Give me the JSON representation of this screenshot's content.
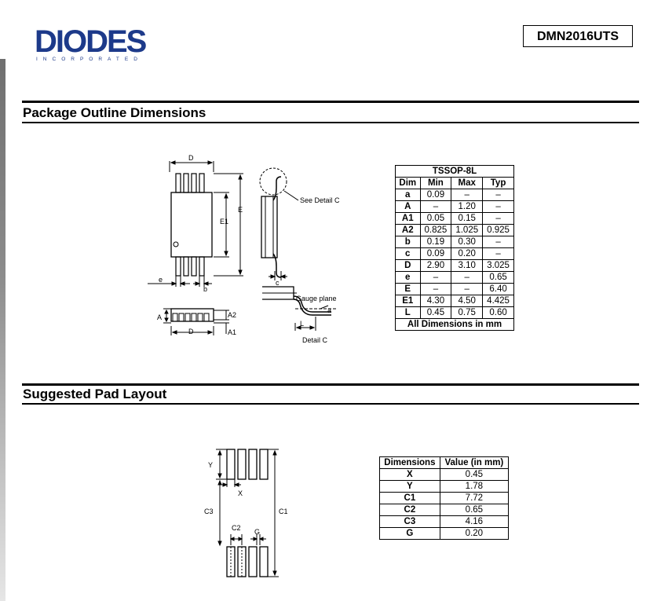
{
  "header": {
    "logo_text": "DIODES",
    "logo_sub": "INCORPORATED",
    "part_number": "DMN2016UTS",
    "brand_color": "#1d3a8a"
  },
  "sections": {
    "outline_title": "Package Outline Dimensions",
    "pad_title": "Suggested Pad Layout"
  },
  "outline_drawing": {
    "labels": {
      "D": "D",
      "E": "E",
      "E1": "E1",
      "e": "e",
      "b": "b",
      "c": "c",
      "see_detail": "See Detail C",
      "A": "A",
      "A2": "A2",
      "A1": "A1",
      "D2": "D",
      "gauge": "Gauge plane",
      "a": "a",
      "L": "L",
      "detail": "Detail C"
    }
  },
  "dimensions_table": {
    "title": "TSSOP-8L",
    "headers": [
      "Dim",
      "Min",
      "Max",
      "Typ"
    ],
    "rows": [
      [
        "a",
        "0.09",
        "–",
        "–"
      ],
      [
        "A",
        "–",
        "1.20",
        "–"
      ],
      [
        "A1",
        "0.05",
        "0.15",
        "–"
      ],
      [
        "A2",
        "0.825",
        "1.025",
        "0.925"
      ],
      [
        "b",
        "0.19",
        "0.30",
        "–"
      ],
      [
        "c",
        "0.09",
        "0.20",
        "–"
      ],
      [
        "D",
        "2.90",
        "3.10",
        "3.025"
      ],
      [
        "e",
        "–",
        "–",
        "0.65"
      ],
      [
        "E",
        "–",
        "–",
        "6.40"
      ],
      [
        "E1",
        "4.30",
        "4.50",
        "4.425"
      ],
      [
        "L",
        "0.45",
        "0.75",
        "0.60"
      ]
    ],
    "footer": "All Dimensions in mm"
  },
  "pad_drawing": {
    "labels": {
      "Y": "Y",
      "X": "X",
      "C3": "C3",
      "C1": "C1",
      "C2": "C2",
      "G": "G"
    }
  },
  "pad_table": {
    "headers": [
      "Dimensions",
      "Value (in mm)"
    ],
    "rows": [
      [
        "X",
        "0.45"
      ],
      [
        "Y",
        "1.78"
      ],
      [
        "C1",
        "7.72"
      ],
      [
        "C2",
        "0.65"
      ],
      [
        "C3",
        "4.16"
      ],
      [
        "G",
        "0.20"
      ]
    ]
  }
}
